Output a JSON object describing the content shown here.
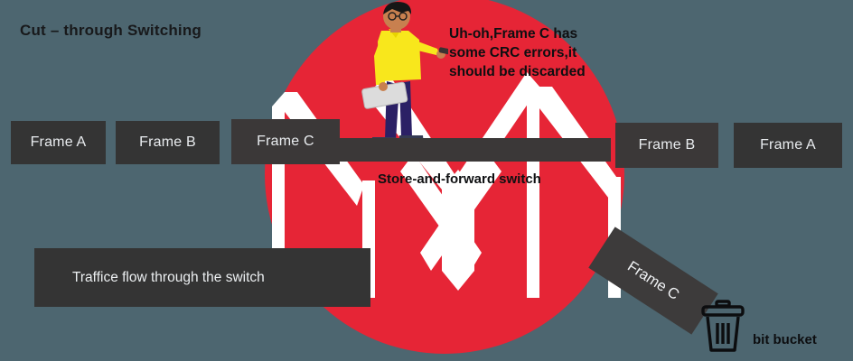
{
  "diagram": {
    "title": "Cut – through Switching",
    "background_color": "#4d6670",
    "accent_color": "#e62536",
    "chip_color": "#343434"
  },
  "speech": {
    "line1": "Uh-oh,Frame C has",
    "line2": "some CRC errors,it",
    "line3": "should be discarded"
  },
  "switch": {
    "label": "Store-and-forward switch"
  },
  "frames_left": [
    {
      "label": "Frame A"
    },
    {
      "label": "Frame B"
    },
    {
      "label": "Frame C"
    }
  ],
  "frames_right": [
    {
      "label": "Frame B"
    },
    {
      "label": "Frame A"
    }
  ],
  "traffic": {
    "label": "Traffice flow through the switch"
  },
  "discarded": {
    "label": "Frame C"
  },
  "bit_bucket": {
    "label": "bit bucket",
    "icon": "trash-can-icon"
  },
  "illustration": {
    "person_icon": "person-pointing-icon",
    "laptop_icon": "laptop-icon",
    "pointer_icon": "pointer-remote-icon"
  }
}
